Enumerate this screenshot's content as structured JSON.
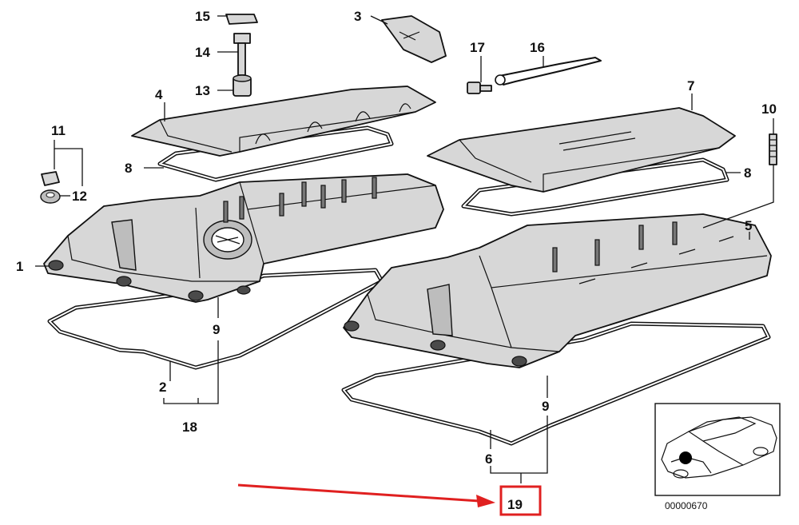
{
  "diagram": {
    "callouts": [
      {
        "id": "c1",
        "text": "1"
      },
      {
        "id": "c2",
        "text": "2"
      },
      {
        "id": "c3",
        "text": "3"
      },
      {
        "id": "c4",
        "text": "4"
      },
      {
        "id": "c5",
        "text": "5"
      },
      {
        "id": "c6",
        "text": "6"
      },
      {
        "id": "c7",
        "text": "7"
      },
      {
        "id": "c8a",
        "text": "8"
      },
      {
        "id": "c8b",
        "text": "8"
      },
      {
        "id": "c9a",
        "text": "9"
      },
      {
        "id": "c9b",
        "text": "9"
      },
      {
        "id": "c10",
        "text": "10"
      },
      {
        "id": "c11",
        "text": "11"
      },
      {
        "id": "c12",
        "text": "12"
      },
      {
        "id": "c13",
        "text": "13"
      },
      {
        "id": "c14",
        "text": "14"
      },
      {
        "id": "c15",
        "text": "15"
      },
      {
        "id": "c16",
        "text": "16"
      },
      {
        "id": "c17",
        "text": "17"
      },
      {
        "id": "c18",
        "text": "18"
      },
      {
        "id": "c19",
        "text": "19"
      }
    ],
    "highlight": {
      "callout": "19",
      "box_color": "#e02020",
      "arrow_color": "#e02020"
    },
    "inset": {
      "code": "00000670",
      "marker_color": "#000000"
    }
  }
}
